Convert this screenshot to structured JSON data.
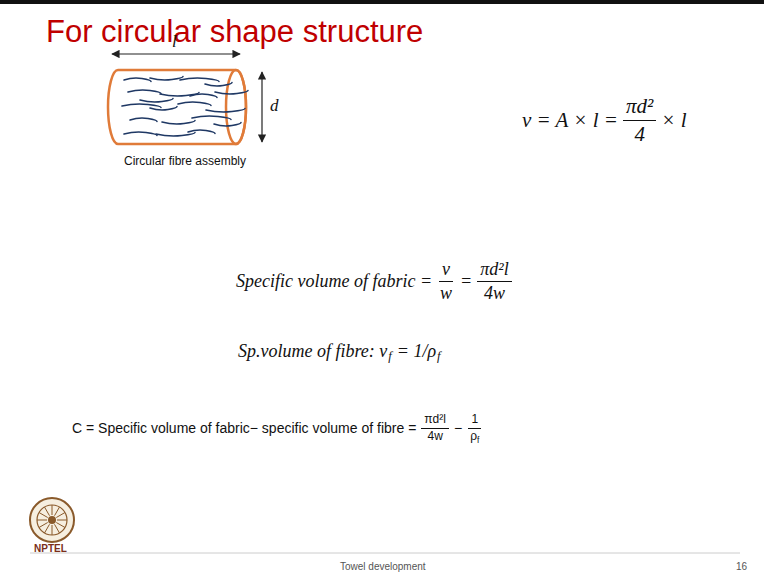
{
  "diagram": {
    "title": "For circular shape structure",
    "nodes": [
      {
        "text": [
          "Circular fibre assembly"
        ]
      }
    ],
    "labels": [
      "l",
      "d",
      "v = A × l =",
      "πd²",
      "4",
      "× l",
      "Specific volume of fabric =",
      "v",
      "w",
      "=",
      "πd²l",
      "4w",
      "Sp.volume of fibre: v",
      "f",
      "= 1/ρ",
      "f",
      "C = Specific volume of fabric− specific volume of fibre =",
      "πd²l",
      "4w",
      "−",
      "1",
      "ρ",
      "f",
      "NPTEL",
      "Towel development",
      "16"
    ]
  }
}
